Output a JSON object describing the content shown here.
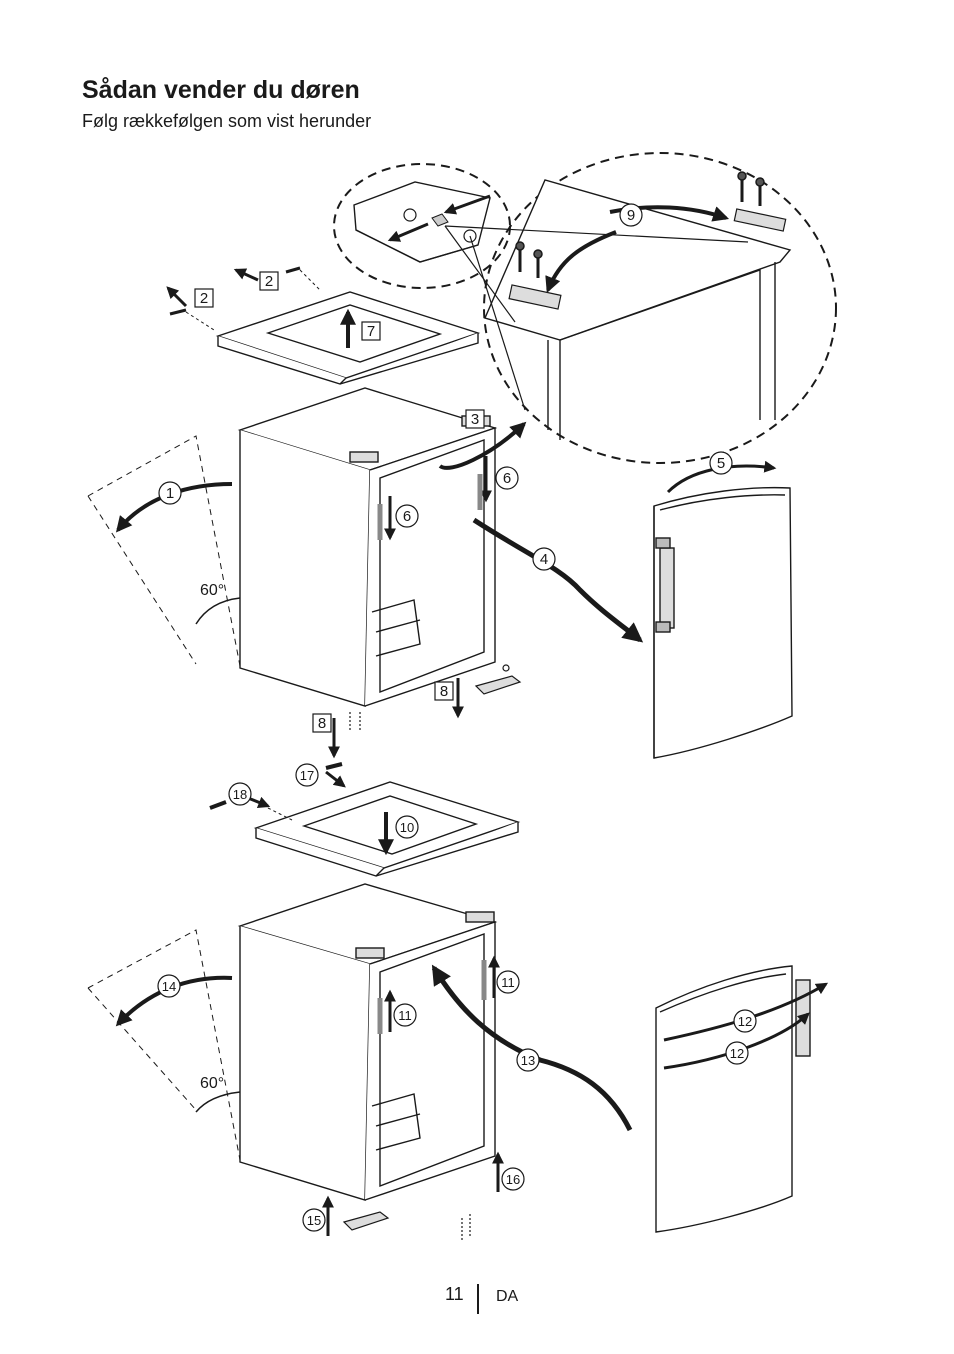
{
  "header": {
    "title": "Sådan vender du døren",
    "subtitle": "Følg rækkefølgen som vist herunder"
  },
  "steps": {
    "s1": "1",
    "s2a": "2",
    "s2b": "2",
    "s3": "3",
    "s4": "4",
    "s5": "5",
    "s6a": "6",
    "s6b": "6",
    "s7": "7",
    "s8": "8",
    "s9": "9",
    "s10": "10",
    "s11a": "11",
    "s11b": "11",
    "s12a": "12",
    "s12b": "12",
    "s13": "13",
    "s14": "14",
    "s15": "15",
    "s16": "16",
    "s17": "17",
    "s18": "18"
  },
  "angles": {
    "top": "60°",
    "bottom": "60°"
  },
  "footer": {
    "page_number": "11",
    "language": "DA"
  }
}
